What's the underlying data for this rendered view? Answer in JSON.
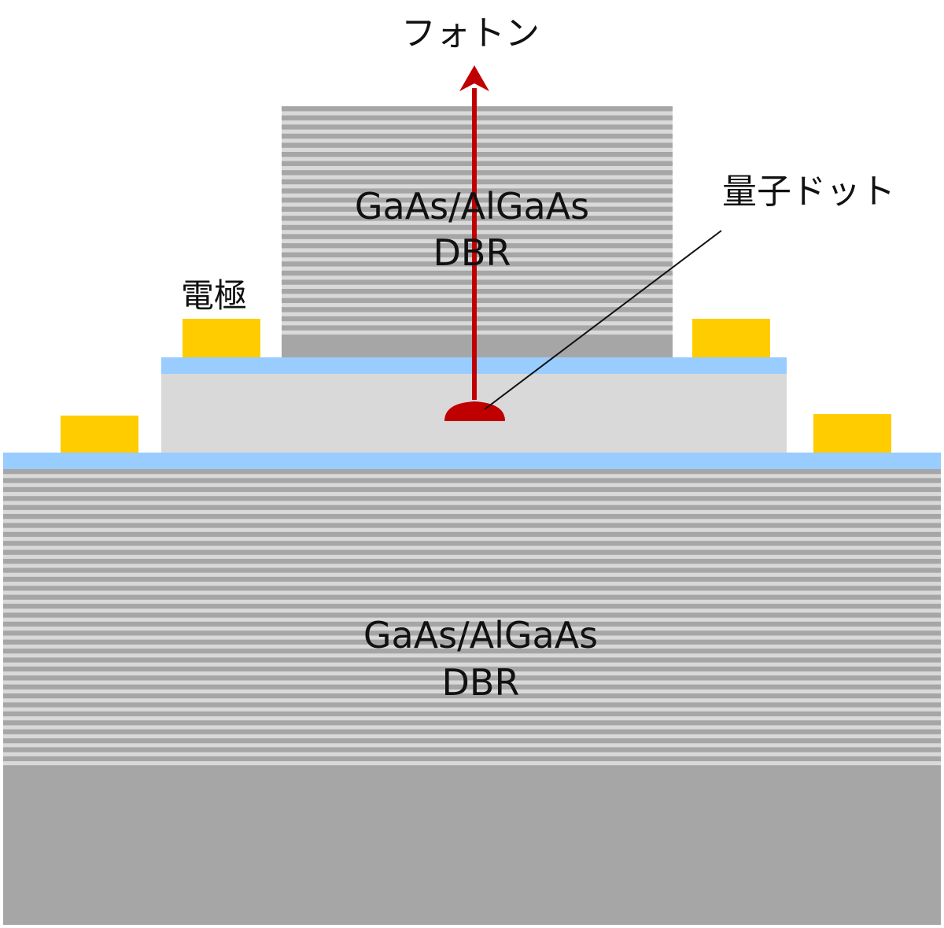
{
  "labels": {
    "photon": "フォトン",
    "quantum_dot": "量子ドット",
    "electrode": "電極",
    "top_dbr_line1": "GaAs/AlGaAs",
    "top_dbr_line2": "DBR",
    "bottom_dbr_line1": "GaAs/AlGaAs",
    "bottom_dbr_line2": "DBR"
  },
  "colors": {
    "dbr_dark": "#a6a6a6",
    "dbr_light": "#d9d9d9",
    "substrate": "#a6a6a6",
    "cavity": "#d9d9d9",
    "contact_layer": "#99ccff",
    "electrode": "#ffcc00",
    "quantum_dot": "#c00000",
    "photon_arrow": "#c00000",
    "text": "#111111"
  }
}
